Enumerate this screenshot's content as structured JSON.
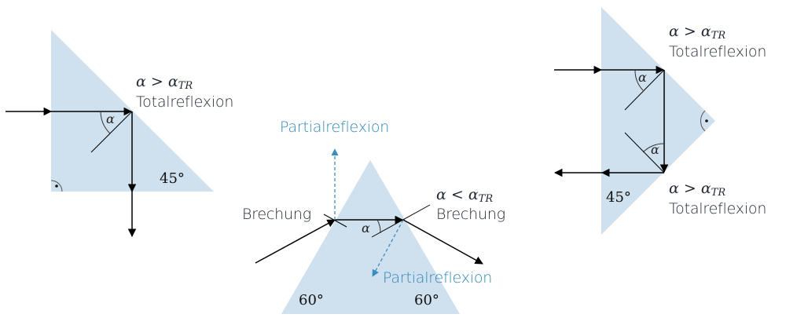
{
  "colors": {
    "prism_fill": "#cfe0ee",
    "ray": "#000000",
    "partial_ray": "#3a8dbd",
    "label_text": "#1f2733",
    "partial_text": "#2f86b5"
  },
  "left_prism": {
    "condition": "α > α",
    "condition_sub": "TR",
    "effect": "Totalreflexion",
    "angle": "45°",
    "alpha": "α"
  },
  "middle_prism": {
    "partial_top": "Partialreflexion",
    "entry_label": "Brechung",
    "exit_condition": "α < α",
    "exit_condition_sub": "TR",
    "exit_label": "Brechung",
    "partial_bottom": "Partialreflexion",
    "angle_left": "60°",
    "angle_right": "60°",
    "alpha": "α"
  },
  "right_prism": {
    "top_condition": "α > α",
    "top_condition_sub": "TR",
    "top_effect": "Totalreflexion",
    "bottom_condition": "α > α",
    "bottom_condition_sub": "TR",
    "bottom_effect": "Totalreflexion",
    "angle": "45°",
    "alpha_top": "α",
    "alpha_bottom": "α"
  }
}
